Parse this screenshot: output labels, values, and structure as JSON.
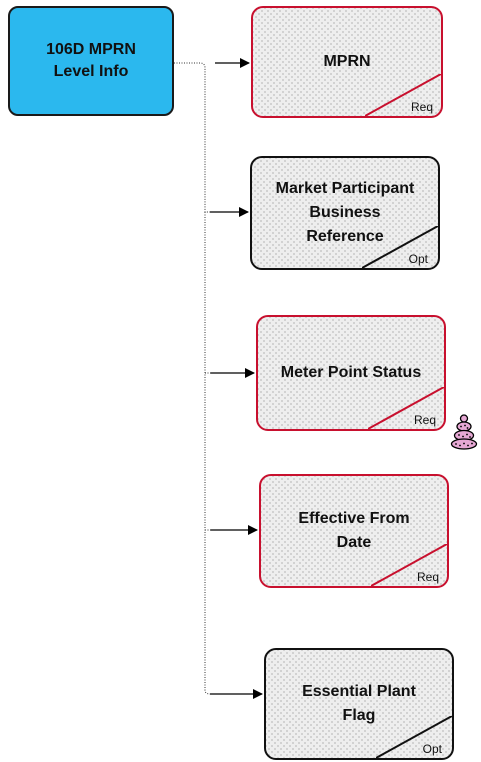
{
  "root": {
    "label": "106D MPRN\nLevel Info",
    "fill": "#2bb8ee"
  },
  "nodes": [
    {
      "id": "mprn",
      "label": "MPRN",
      "badge": "Req",
      "required": true
    },
    {
      "id": "market-participant-business-reference",
      "label": "Market Participant\nBusiness\nReference",
      "badge": "Opt",
      "required": false
    },
    {
      "id": "meter-point-status",
      "label": "Meter Point Status",
      "badge": "Req",
      "required": true
    },
    {
      "id": "effective-from-date",
      "label": "Effective From\nDate",
      "badge": "Req",
      "required": true
    },
    {
      "id": "essential-plant-flag",
      "label": "Essential Plant\nFlag",
      "badge": "Opt",
      "required": false
    }
  ],
  "colors": {
    "required_border": "#c8102e",
    "optional_border": "#111111",
    "node_fill": "#eeeeee"
  },
  "icons": {
    "warning": "stacked-cone-icon"
  }
}
